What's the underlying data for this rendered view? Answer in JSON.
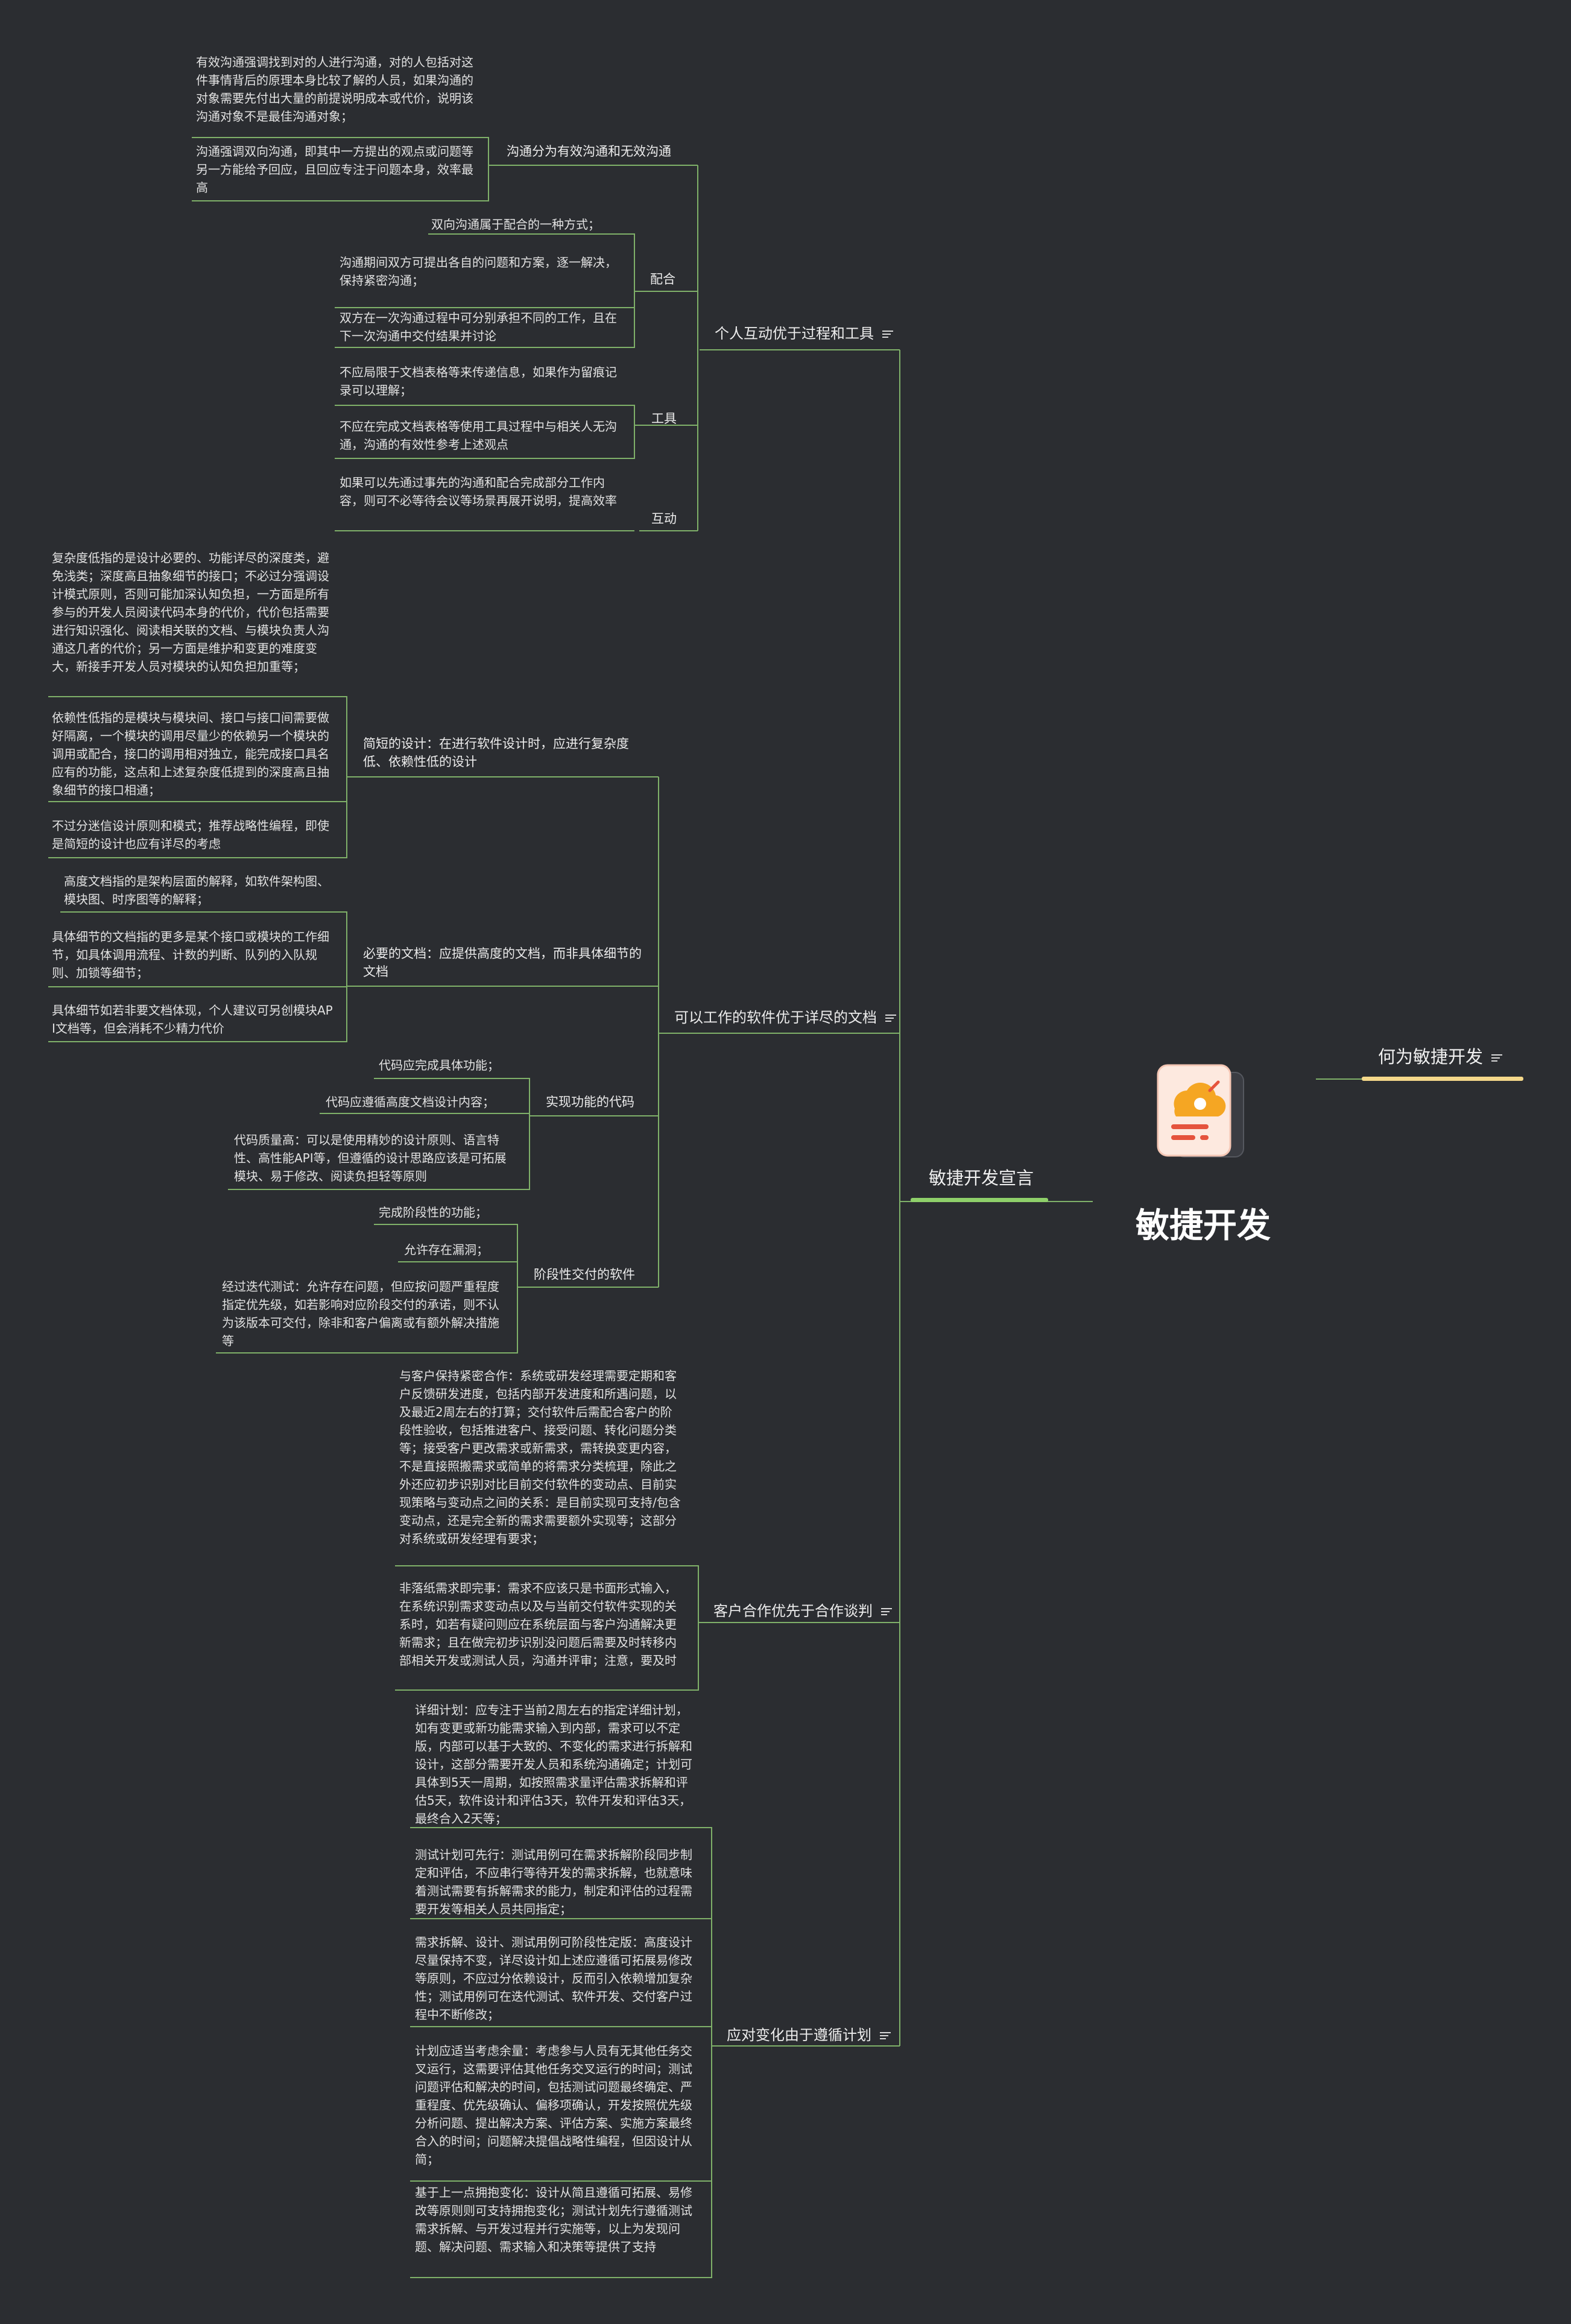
{
  "root": {
    "title": "敏捷开发",
    "logo_icon": "document-cloud-icon"
  },
  "side_topic": {
    "label": "何为敏捷开发",
    "underline_color": "#f5d88a"
  },
  "main_topic": {
    "label": "敏捷开发宣言",
    "underline_color": "#8fd06a"
  },
  "colors": {
    "background": "#2b2d31",
    "line": "#7fb069"
  },
  "branches": {
    "b1": {
      "label": "个人互动优于过程和工具",
      "subs": {
        "s1": {
          "label": "沟通分为有效沟通和无效沟通",
          "leaves": [
            "有效沟通强调找到对的人进行沟通，对的人包括对这件事情背后的原理本身比较了解的人员，如果沟通的对象需要先付出大量的前提说明成本或代价，说明该沟通对象不是最佳沟通对象；",
            "沟通强调双向沟通，即其中一方提出的观点或问题等另一方能给予回应，且回应专注于问题本身，效率最高"
          ]
        },
        "s2": {
          "label": "配合",
          "leaves": [
            "双向沟通属于配合的一种方式；",
            "沟通期间双方可提出各自的问题和方案，逐一解决，保持紧密沟通；",
            "双方在一次沟通过程中可分别承担不同的工作，且在下一次沟通中交付结果并讨论"
          ]
        },
        "s3": {
          "label": "工具",
          "leaves": [
            "不应局限于文档表格等来传递信息，如果作为留痕记录可以理解；",
            "不应在完成文档表格等使用工具过程中与相关人无沟通，沟通的有效性参考上述观点"
          ]
        },
        "s4": {
          "label": "互动",
          "leaves": [
            "如果可以先通过事先的沟通和配合完成部分工作内容，则可不必等待会议等场景再展开说明，提高效率"
          ]
        }
      }
    },
    "b2": {
      "label": "可以工作的软件优于详尽的文档",
      "subs": {
        "s1": {
          "label": "简短的设计：在进行软件设计时，应进行复杂度低、依赖性低的设计",
          "leaves": [
            "复杂度低指的是设计必要的、功能详尽的深度类，避免浅类；深度高且抽象细节的接口；不必过分强调设计模式原则，否则可能加深认知负担，一方面是所有参与的开发人员阅读代码本身的代价，代价包括需要进行知识强化、阅读相关联的文档、与模块负责人沟通这几者的代价；另一方面是维护和变更的难度变大，新接手开发人员对模块的认知负担加重等；",
            "依赖性低指的是模块与模块间、接口与接口间需要做好隔离，一个模块的调用尽量少的依赖另一个模块的调用或配合，接口的调用相对独立，能完成接口具名应有的功能，这点和上述复杂度低提到的深度高且抽象细节的接口相通；",
            "不过分迷信设计原则和模式；推荐战略性编程，即使是简短的设计也应有详尽的考虑"
          ]
        },
        "s2": {
          "label": "必要的文档：应提供高度的文档，而非具体细节的文档",
          "leaves": [
            "高度文档指的是架构层面的解释，如软件架构图、模块图、时序图等的解释；",
            "具体细节的文档指的更多是某个接口或模块的工作细节，如具体调用流程、计数的判断、队列的入队规则、加锁等细节；",
            "具体细节如若非要文档体现，个人建议可另创模块API文档等，但会消耗不少精力代价"
          ]
        },
        "s3": {
          "label": "实现功能的代码",
          "leaves": [
            "代码应完成具体功能；",
            "代码应遵循高度文档设计内容；",
            "代码质量高：可以是使用精妙的设计原则、语言特性、高性能API等，但遵循的设计思路应该是可拓展模块、易于修改、阅读负担轻等原则"
          ]
        },
        "s4": {
          "label": "阶段性交付的软件",
          "leaves": [
            "完成阶段性的功能；",
            "允许存在漏洞；",
            "经过迭代测试：允许存在问题，但应按问题严重程度指定优先级，如若影响对应阶段交付的承诺，则不认为该版本可交付，除非和客户偏离或有额外解决措施等"
          ]
        }
      }
    },
    "b3": {
      "label": "客户合作优先于合作谈判",
      "leaves": [
        "与客户保持紧密合作：系统或研发经理需要定期和客户反馈研发进度，包括内部开发进度和所遇问题，以及最近2周左右的打算；交付软件后需配合客户的阶段性验收，包括推进客户、接受问题、转化问题分类等；接受客户更改需求或新需求，需转换变更内容，不是直接照搬需求或简单的将需求分类梳理，除此之外还应初步识别对比目前交付软件的变动点、目前实现策略与变动点之间的关系：是目前实现可支持/包含变动点，还是完全新的需求需要额外实现等；这部分对系统或研发经理有要求；",
        "非落纸需求即完事：需求不应该只是书面形式输入，在系统识别需求变动点以及与当前交付软件实现的关系时，如若有疑问则应在系统层面与客户沟通解决更新需求；且在做完初步识别没问题后需要及时转移内部相关开发或测试人员，沟通并评审；注意，要及时"
      ]
    },
    "b4": {
      "label": "应对变化由于遵循计划",
      "leaves": [
        "详细计划：应专注于当前2周左右的指定详细计划，如有变更或新功能需求输入到内部，需求可以不定版，内部可以基于大致的、不变化的需求进行拆解和设计，这部分需要开发人员和系统沟通确定；计划可具体到5天一周期，如按照需求量评估需求拆解和评估5天，软件设计和评估3天，软件开发和评估3天，最终合入2天等；",
        "测试计划可先行：测试用例可在需求拆解阶段同步制定和评估，不应串行等待开发的需求拆解，也就意味着测试需要有拆解需求的能力，制定和评估的过程需要开发等相关人员共同指定；",
        "需求拆解、设计、测试用例可阶段性定版：高度设计尽量保持不变，详尽设计如上述应遵循可拓展易修改等原则，不应过分依赖设计，反而引入依赖增加复杂性；测试用例可在迭代测试、软件开发、交付客户过程中不断修改；",
        "计划应适当考虑余量：考虑参与人员有无其他任务交叉运行，这需要评估其他任务交叉运行的时间；测试问题评估和解决的时间，包括测试问题最终确定、严重程度、优先级确认、偏移项确认，开发按照优先级分析问题、提出解决方案、评估方案、实施方案最终合入的时间；问题解决提倡战略性编程，但因设计从简；",
        "基于上一点拥抱变化：设计从简且遵循可拓展、易修改等原则则可支持拥抱变化；测试计划先行遵循测试需求拆解、与开发过程并行实施等，以上为发现问题、解决问题、需求输入和决策等提供了支持"
      ]
    }
  }
}
